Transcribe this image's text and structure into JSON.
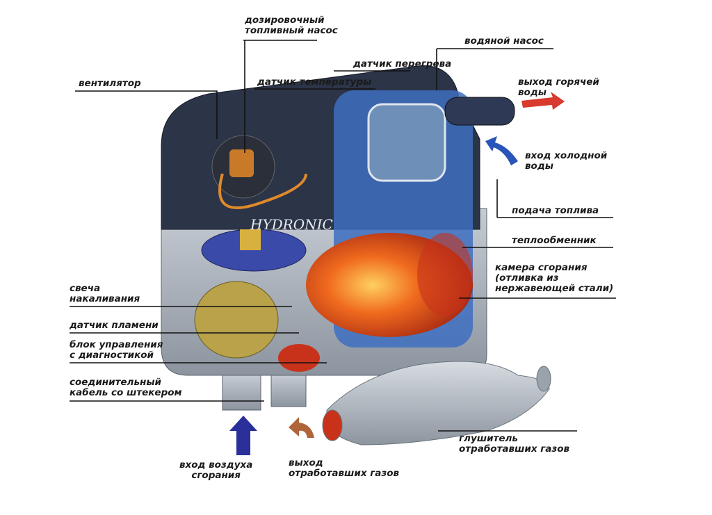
{
  "brand": "HYDRONIC",
  "labels": {
    "dosing_pump": "дозировочный\nтопливный насос",
    "water_pump": "водяной насос",
    "overheat_sensor": "датчик перегрева",
    "fan": "вентилятор",
    "temp_sensor": "датчик температуры",
    "hot_water_out": "выход горячей\nводы",
    "cold_water_in": "вход холодной\nводы",
    "fuel_supply": "подача топлива",
    "heat_exchanger": "теплообменник",
    "combustion_chamber": "камера сгорания\n(отливка из\nнержавеющей стали)",
    "glow_plug": "свеча\nнакаливания",
    "flame_sensor": "датчик пламени",
    "control_unit": "блок управления\nс диагностикой",
    "cable": "соединительный\nкабель со штекером",
    "air_in": "вход воздуха\nсгорания",
    "exhaust_out": "выход\nотработавших газов",
    "muffler": "глушитель\nотработавших газов"
  },
  "colors": {
    "hot": "#d83a2e",
    "cold": "#2a55b8",
    "exhaust": "#b0643a",
    "body": "#2c3448",
    "casing": "#a9b0ba"
  }
}
